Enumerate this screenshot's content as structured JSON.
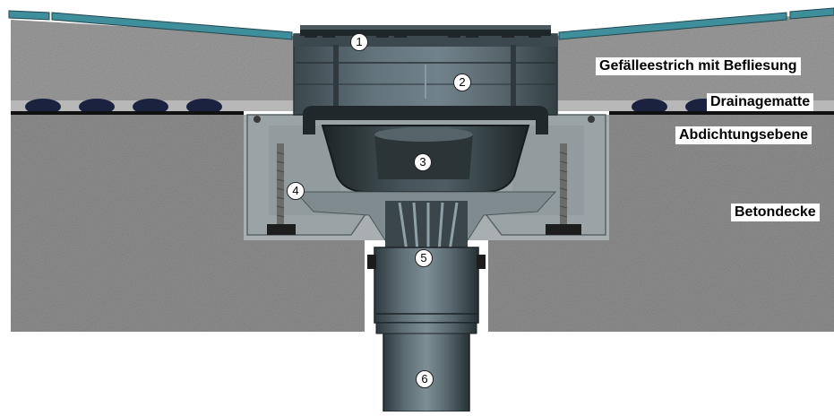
{
  "layers": {
    "screed": "Gefälleestrich mit Befliesung",
    "drainage_mat": "Drainagematte",
    "sealing": "Abdichtungsebene",
    "concrete": "Betondecke"
  },
  "markers": [
    "1",
    "2",
    "3",
    "4",
    "5",
    "6"
  ],
  "colors": {
    "concrete": "#8f8f8f",
    "screed": "#9c9c9c",
    "tile": "#3f8e9c",
    "drain_body": "#4e5d63",
    "drain_dark": "#2c3539",
    "drainage_mat": "#1a2240",
    "sealing_line": "#111111"
  }
}
